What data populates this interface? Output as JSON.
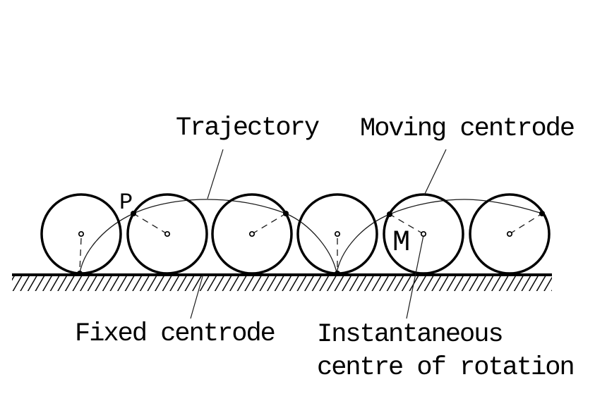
{
  "labels": {
    "trajectory": "Trajectory",
    "moving_centrode": "Moving centrode",
    "fixed_centrode": "Fixed centrode",
    "instantaneous_centre_line1": "Instantaneous",
    "instantaneous_centre_line2": "centre of rotation",
    "point_p": "P",
    "point_m": "M"
  },
  "colors": {
    "ink": "#000000",
    "background": "#ffffff"
  }
}
